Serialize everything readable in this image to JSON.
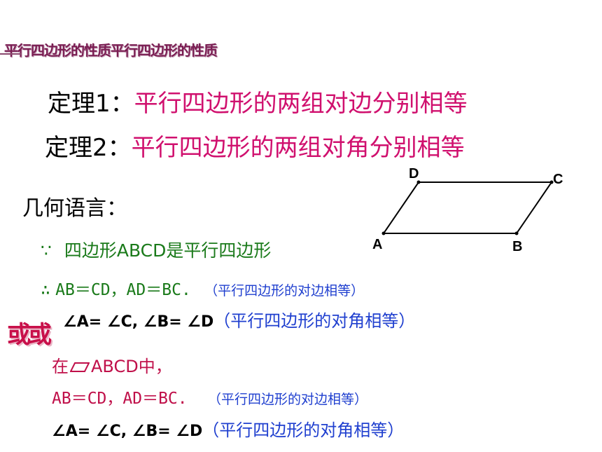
{
  "title": "平行四边形的性质平行四边形的性质",
  "theorem1": {
    "label": "定理1：",
    "text": "平行四边形的两组对边分别相等"
  },
  "theorem2": {
    "label": "定理2：",
    "text": "平行四边形的两组对角分别相等"
  },
  "geometric_language": "几何语言：",
  "because_symbol": "∵",
  "because_text": "四边形ABCD是平行四边形",
  "therefore_symbol": "∴",
  "therefore_text": "AB＝CD，AD＝BC.",
  "reason_sides": "（平行四边形的对边相等）",
  "angles_text": "∠A= ∠C, ∠B= ∠D",
  "reason_angles": "（平行四边形的对角相等）",
  "or_label": "或或",
  "in_prefix": "在",
  "in_suffix": "ABCD中，",
  "alt_sides": "AB＝CD，AD＝BC.",
  "alt_reason_sides": "（平行四边形的对边相等）",
  "alt_angles": "∠A= ∠C, ∠B= ∠D",
  "alt_reason_angles": "（平行四边形的对角相等）",
  "diagram": {
    "A": "A",
    "B": "B",
    "C": "C",
    "D": "D"
  },
  "colors": {
    "theorem_text": "#d0106e",
    "green": "#1a7a1a",
    "blue": "#1f3fcf",
    "red": "#c0104a"
  }
}
